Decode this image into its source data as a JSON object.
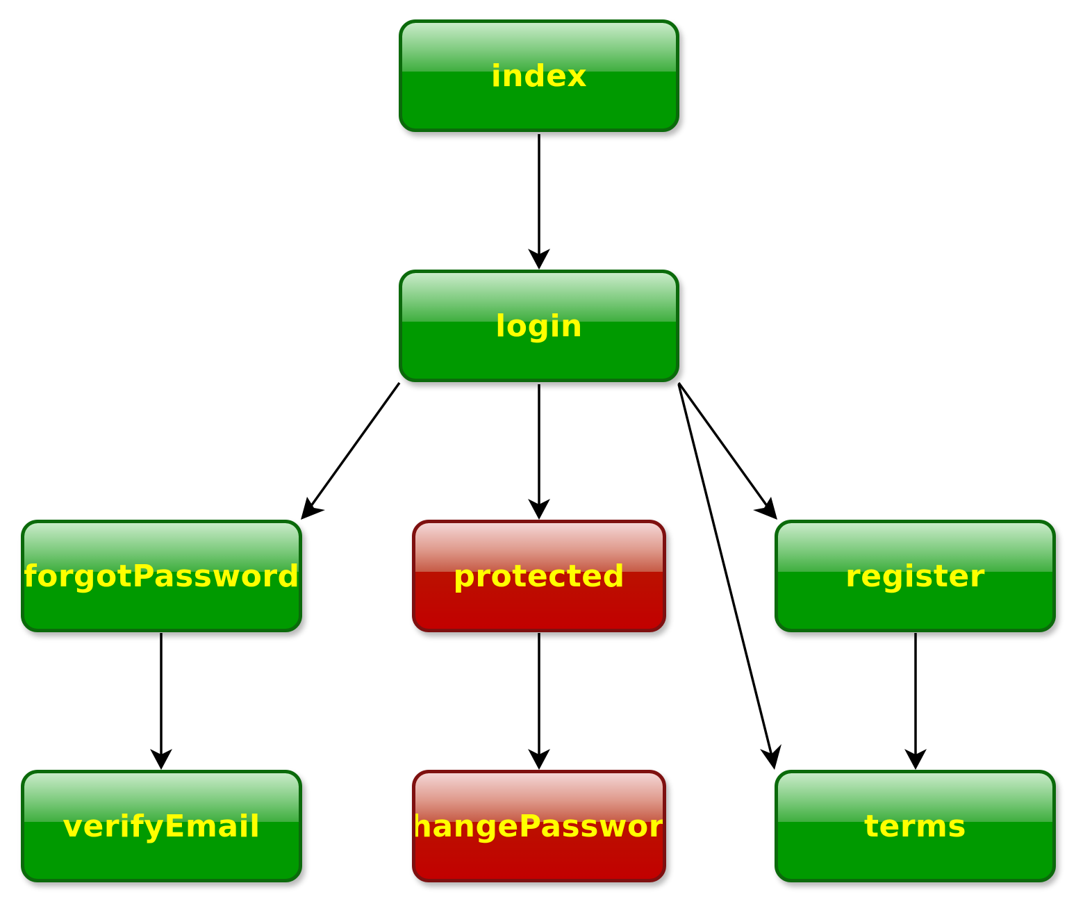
{
  "nodes": {
    "index": "index",
    "login": "login",
    "forgotPassword": "forgotPassword",
    "protected": "protected",
    "register": "register",
    "verifyEmail": "verifyEmail",
    "changePassword": "changePassword",
    "terms": "terms"
  },
  "edges": [
    {
      "from": "index",
      "to": "login"
    },
    {
      "from": "login",
      "to": "forgotPassword"
    },
    {
      "from": "login",
      "to": "protected"
    },
    {
      "from": "login",
      "to": "register"
    },
    {
      "from": "login",
      "to": "terms"
    },
    {
      "from": "forgotPassword",
      "to": "verifyEmail"
    },
    {
      "from": "protected",
      "to": "changePassword"
    },
    {
      "from": "register",
      "to": "terms"
    }
  ],
  "colors": {
    "public_node": "#009a00",
    "protected_node": "#c20000",
    "label_text": "#ffff00",
    "arrow": "#000000"
  }
}
